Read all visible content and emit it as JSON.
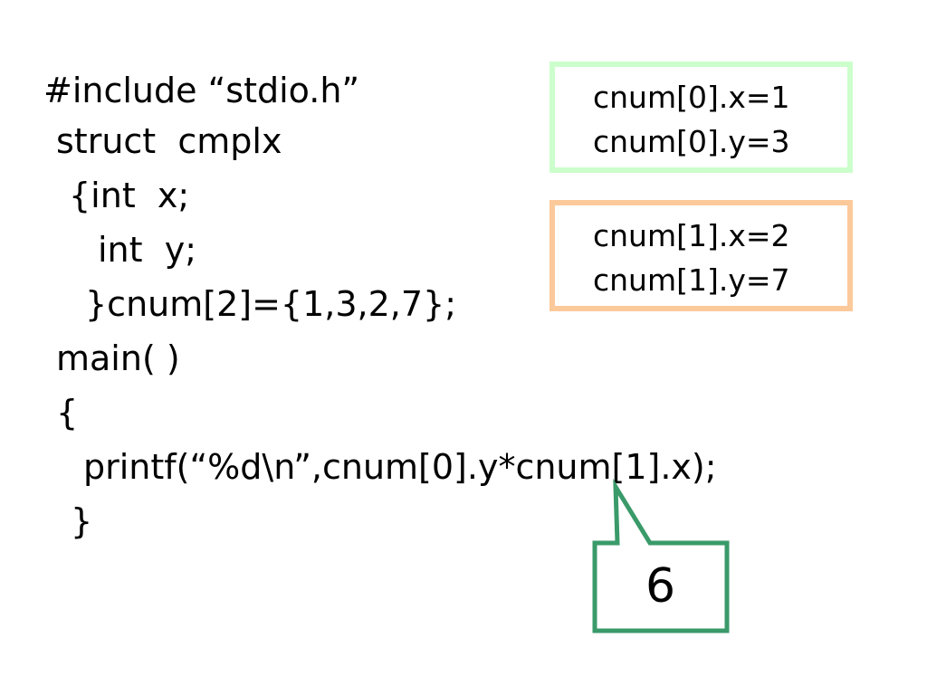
{
  "code": {
    "lines": [
      "#include “stdio.h”",
      "struct  cmplx",
      "{int  x;",
      "int  y;",
      "}cnum[2]={1,3,2,7};",
      "main( )",
      "{",
      "printf(“%d\\n”,cnum[0].y*cnum[1].x);",
      "}"
    ]
  },
  "boxes": {
    "first": {
      "line1": "cnum[0].x=1",
      "line2": "cnum[0].y=3",
      "border_color": "#ccffcc"
    },
    "second": {
      "line1": "cnum[1].x=2",
      "line2": "cnum[1].y=7",
      "border_color": "#fcc99a"
    }
  },
  "callout": {
    "value": "6",
    "border_color": "#3a9a6a"
  }
}
